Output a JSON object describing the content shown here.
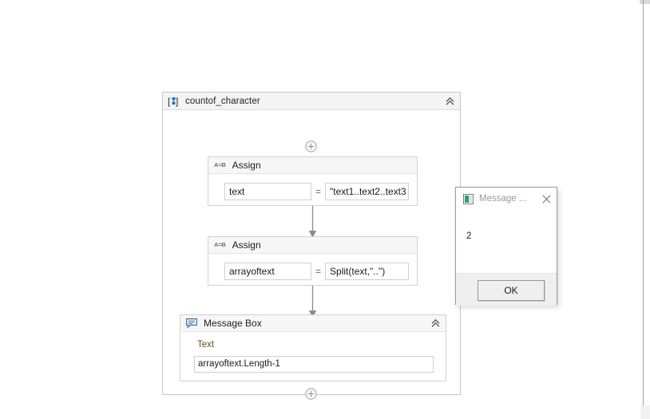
{
  "workflow": {
    "sequence": {
      "icon": "sequence-icon",
      "title": "countof_character",
      "collapse_icon": "double-chevron-up-icon"
    },
    "add_nodes": [
      {
        "icon": "circled-plus-icon",
        "name": "add-activity-top"
      },
      {
        "icon": "circled-plus-icon",
        "name": "add-activity-bottom"
      }
    ],
    "activities": [
      {
        "type": "assign",
        "icon": "assign-icon",
        "icon_label": "A=B",
        "title": "Assign",
        "to": "text",
        "operator": "=",
        "value": "\"text1..text2..text3"
      },
      {
        "type": "assign",
        "icon": "assign-icon",
        "icon_label": "A=B",
        "title": "Assign",
        "to": "arrayoftext",
        "operator": "=",
        "value": "Split(text,\"..\")"
      },
      {
        "type": "message_box",
        "icon": "message-box-icon",
        "title": "Message Box",
        "collapse_icon": "double-chevron-up-icon",
        "field_label": "Text",
        "field_value": "arrayoftext.Length-1"
      }
    ]
  },
  "dialog": {
    "app_icon": "window-app-icon",
    "title": "Message ...",
    "close_icon": "close-x-icon",
    "message": "2",
    "ok_label": "OK"
  },
  "colors": {
    "accent_blue": "#1f6fc4",
    "field_label": "#6e4b1f",
    "border": "#c6c6c6",
    "header_bg": "#f4f4f4",
    "connector": "#8c8c8c"
  }
}
